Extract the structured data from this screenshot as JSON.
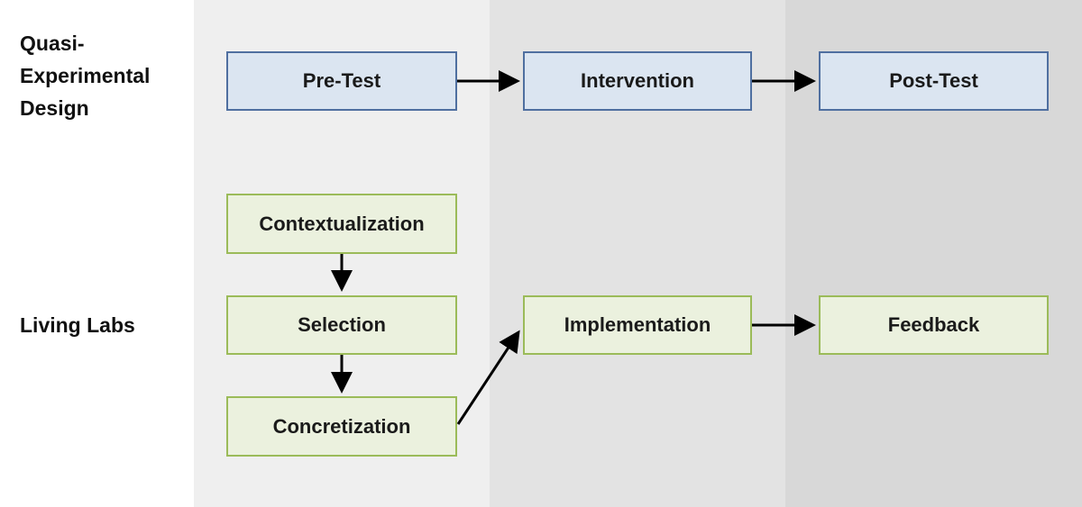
{
  "row_labels": {
    "quasi": [
      "Quasi-",
      "Experimental",
      "Design"
    ],
    "living": "Living Labs"
  },
  "quasi_steps": {
    "pre_test": "Pre-Test",
    "intervention": "Intervention",
    "post_test": "Post-Test"
  },
  "living_steps": {
    "contextualization": "Contextualization",
    "selection": "Selection",
    "concretization": "Concretization",
    "implementation": "Implementation",
    "feedback": "Feedback"
  },
  "colors": {
    "blue_fill": "#dbe5f1",
    "blue_border": "#4f6fa0",
    "green_fill": "#ebf1de",
    "green_border": "#9bbb59",
    "arrow": "#000000"
  }
}
